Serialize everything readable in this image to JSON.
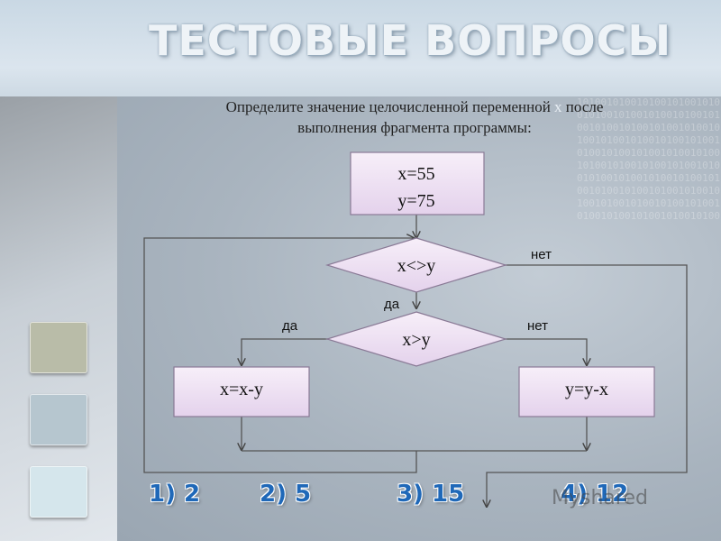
{
  "title": "ТЕСТОВЫЕ ВОПРОСЫ",
  "question": {
    "line1_before": "Определите значение целочисленной переменной ",
    "variable": "x",
    "line1_after": " после",
    "line2": "выполнения фрагмента программы:"
  },
  "flowchart": {
    "init_line1": "x=55",
    "init_line2": "y=75",
    "condition1": "x<>y",
    "condition2": "x>y",
    "action_left": "x=x-y",
    "action_right": "y=y-x",
    "label_yes_1": "да",
    "label_no_1": "нет",
    "label_yes_2": "да",
    "label_no_2": "нет"
  },
  "answers": [
    "1) 2",
    "2) 5",
    "3) 15",
    "4) 12"
  ],
  "watermark": "Myshared",
  "colors": {
    "node_fill": "#f0e4f4",
    "node_stroke": "#8a7a96",
    "answer_text": "#1f68b8"
  }
}
